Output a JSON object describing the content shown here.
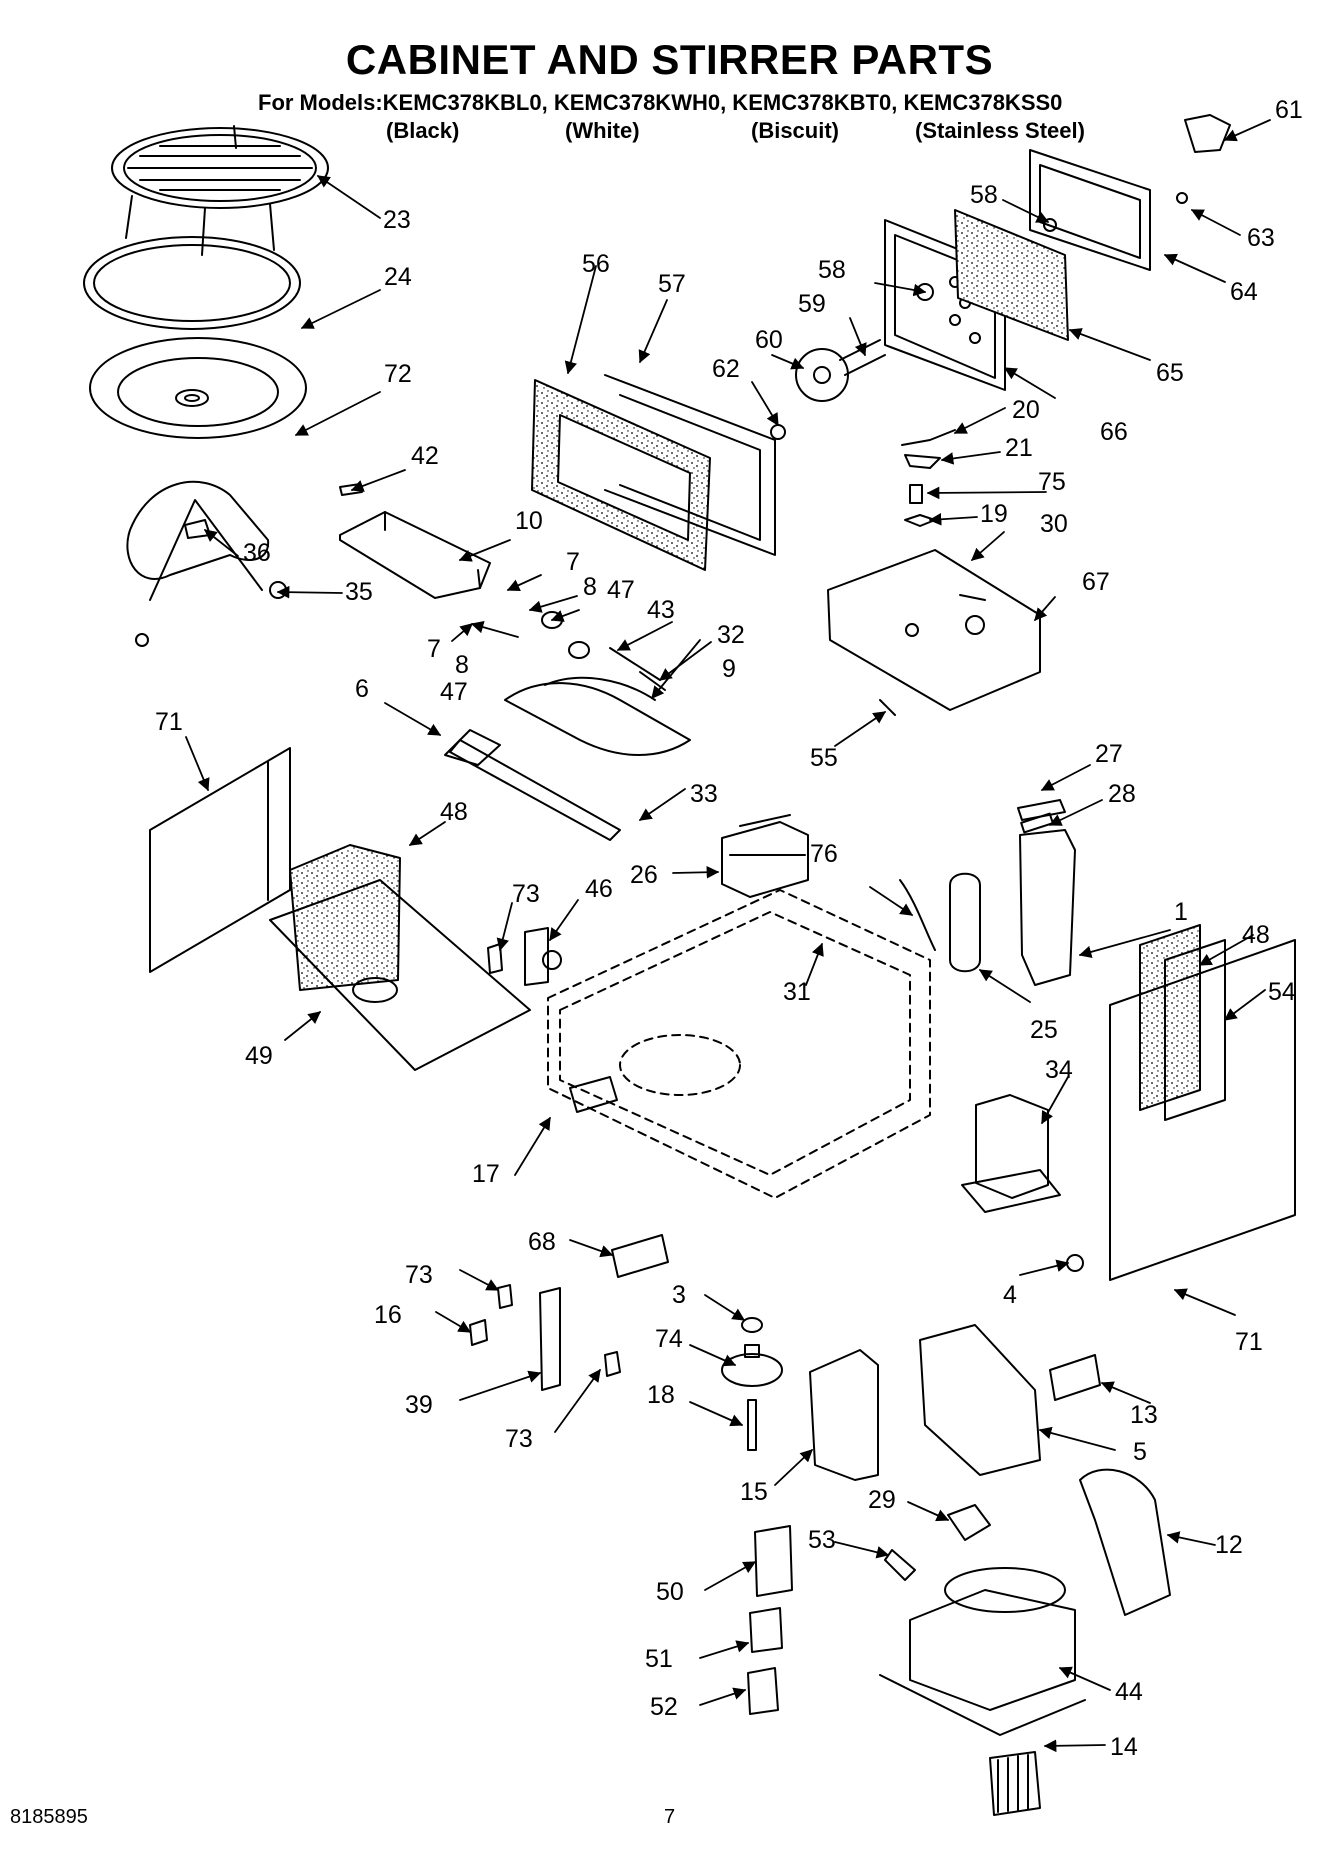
{
  "title": "CABINET AND STIRRER PARTS",
  "models_line": "For Models:KEMC378KBL0, KEMC378KWH0, KEMC378KBT0, KEMC378KSS0",
  "colors": [
    "(Black)",
    "(White)",
    "(Biscuit)",
    "(Stainless Steel)"
  ],
  "footer": {
    "doc_number": "8185895",
    "page": "7"
  },
  "callouts": [
    "61",
    "58",
    "63",
    "23",
    "64",
    "58",
    "56",
    "57",
    "59",
    "24",
    "60",
    "62",
    "72",
    "65",
    "20",
    "66",
    "21",
    "42",
    "75",
    "10",
    "36",
    "7",
    "19",
    "30",
    "8",
    "47",
    "35",
    "43",
    "32",
    "7",
    "67",
    "8",
    "47",
    "9",
    "6",
    "55",
    "71",
    "27",
    "33",
    "28",
    "48",
    "76",
    "26",
    "1",
    "73",
    "46",
    "48",
    "31",
    "25",
    "54",
    "49",
    "34",
    "17",
    "71",
    "68",
    "73",
    "3",
    "4",
    "16",
    "74",
    "18",
    "39",
    "73",
    "13",
    "5",
    "15",
    "29",
    "12",
    "53",
    "50",
    "44",
    "51",
    "52",
    "14"
  ]
}
